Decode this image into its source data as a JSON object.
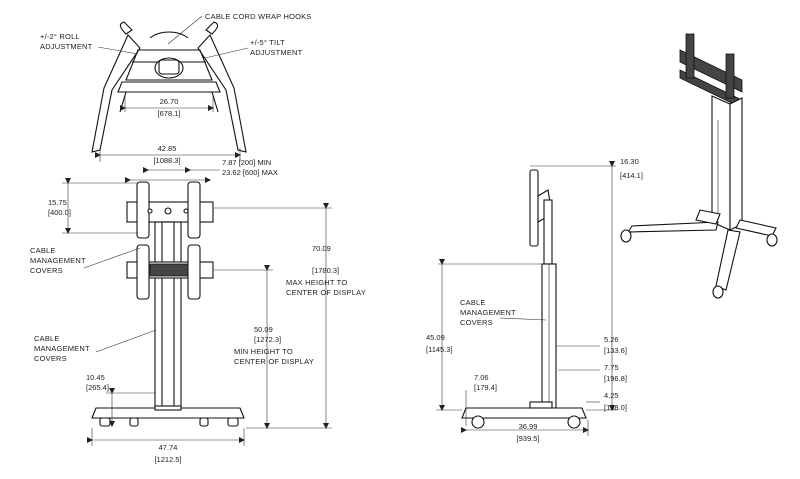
{
  "labels": {
    "cable_cord_wrap_hooks": "CABLE CORD WRAP HOOKS",
    "roll_adjustment_1": "+/-2° ROLL",
    "roll_adjustment_2": "ADJUSTMENT",
    "tilt_adjustment_1": "+/-5° TILT",
    "tilt_adjustment_2": "ADJUSTMENT",
    "cable_covers_front_1": "CABLE",
    "cable_covers_front_2": "MANAGEMENT",
    "cable_covers_front_3": "COVERS",
    "cable_covers_lower_1": "CABLE",
    "cable_covers_lower_2": "MANAGEMENT",
    "cable_covers_lower_3": "COVERS",
    "cable_covers_side_1": "CABLE",
    "cable_covers_side_2": "MANAGEMENT",
    "cable_covers_side_3": "COVERS",
    "max_height_1": "MAX HEIGHT TO",
    "max_height_2": "CENTER OF DISPLAY",
    "min_height_1": "MIN HEIGHT TO",
    "min_height_2": "CENTER OF DISPLAY"
  },
  "dimensions": {
    "top_inner_width": "26.70",
    "top_inner_width_mm": "[678.1]",
    "top_outer_width": "42.85",
    "top_outer_width_mm": "[1088.3]",
    "vesa_min": "7.87 [200] MIN",
    "vesa_max": "23.62 [600] MAX",
    "bracket_height": "15.75",
    "bracket_height_mm": "[400.0]",
    "max_height": "70.09",
    "max_height_mm": "[1780.3]",
    "min_height": "50.09",
    "min_height_mm": "[1272.3]",
    "base_height": "10.45",
    "base_height_mm": "[265.4]",
    "base_width": "47.74",
    "base_width_mm": "[1212.5]",
    "side_depth": "16.30",
    "side_depth_mm": "[414.1]",
    "side_column": "45.09",
    "side_column_mm": "[1145.3]",
    "side_5_26": "5.26",
    "side_5_26_mm": "[133.6]",
    "side_7_75": "7.75",
    "side_7_75_mm": "[196.8]",
    "side_4_25": "4.25",
    "side_4_25_mm": "[108.0]",
    "side_7_06": "7.06",
    "side_7_06_mm": "[179.4]",
    "side_base_depth": "36.99",
    "side_base_depth_mm": "[939.5]"
  }
}
